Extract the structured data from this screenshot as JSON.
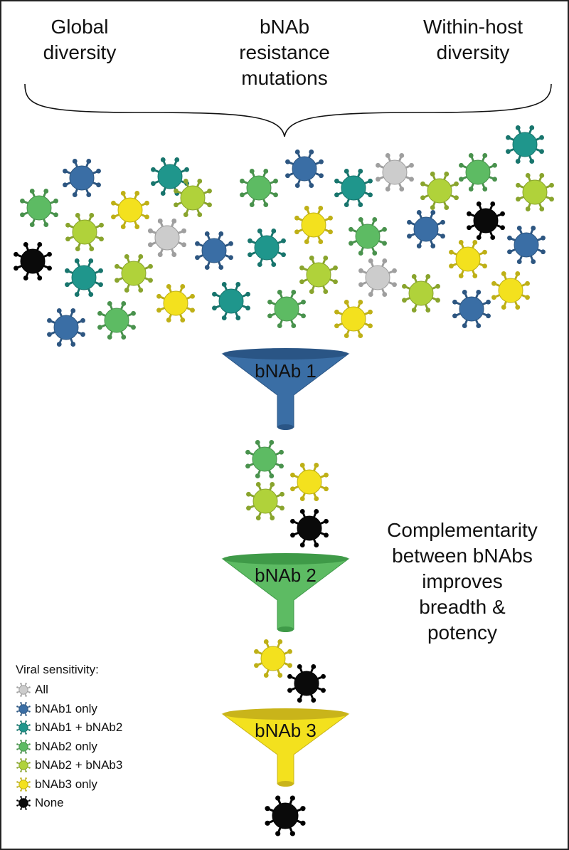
{
  "headers": {
    "global": [
      "Global",
      "diversity"
    ],
    "bnab": [
      "bNAb",
      "resistance",
      "mutations"
    ],
    "within_host": [
      "Within-host",
      "diversity"
    ]
  },
  "funnels": [
    {
      "label": "bNAb 1",
      "color": "#3a6ea5",
      "rim_color": "#2a5585"
    },
    {
      "label": "bNAb 2",
      "color": "#5dbb63",
      "rim_color": "#3f9a48"
    },
    {
      "label": "bNAb 3",
      "color": "#f3e11e",
      "rim_color": "#c9b41a"
    }
  ],
  "complementarity_text": [
    "Complementarity",
    "between bNAbs",
    "improves",
    "breadth &",
    "potency"
  ],
  "legend": {
    "title": "Viral sensitivity:",
    "items": [
      {
        "label": "All",
        "color": "#cccccc",
        "icon": "virus-icon"
      },
      {
        "label": "bNAb1 only",
        "color": "#3a6ea5",
        "icon": "virus-icon"
      },
      {
        "label": "bNAb1 + bNAb2",
        "color": "#1f968c",
        "icon": "virus-icon"
      },
      {
        "label": "bNAb2 only",
        "color": "#5dbb63",
        "icon": "virus-icon"
      },
      {
        "label": "bNAb2 + bNAb3",
        "color": "#b0d23a",
        "icon": "virus-icon"
      },
      {
        "label": "bNAb3 only",
        "color": "#f3e11e",
        "icon": "virus-icon"
      },
      {
        "label": "None",
        "color": "#0a0a0a",
        "icon": "virus-icon"
      }
    ]
  }
}
